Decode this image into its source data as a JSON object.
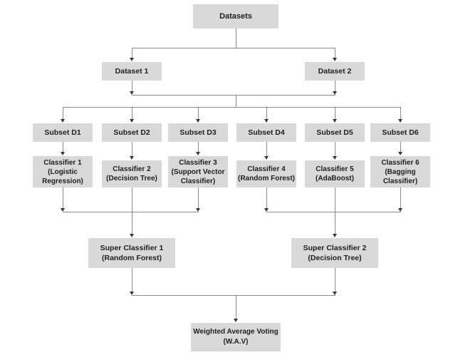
{
  "canvas": {
    "bg": "#ffffff",
    "box_fill": "#d9d9d9",
    "line_color": "#8a8a8a",
    "arrow_color": "#383838",
    "text_color": "#1f1f1f"
  },
  "diagram": {
    "root": "Datasets",
    "datasets": [
      "Dataset 1",
      "Dataset 2"
    ],
    "subsets": [
      "Subset D1",
      "Subset D2",
      "Subset D3",
      "Subset D4",
      "Subset D5",
      "Subset D6"
    ],
    "classifiers": [
      "Classifier 1\n(Logistic\nRegression)",
      "Classifier 2\n(Decision Tree)",
      "Classifier 3\n(Support Vector\nClassifier)",
      "Classifier 4\n(Random Forest)",
      "Classifier 5\n(AdaBoost)",
      "Classifier 6\n(Bagging\nClassifier)"
    ],
    "super_classifiers": [
      "Super Classifier 1\n(Random Forest)",
      "Super Classifier 2\n(Decision Tree)"
    ],
    "output": "Weighted Average Voting\n(W.A.V)"
  }
}
